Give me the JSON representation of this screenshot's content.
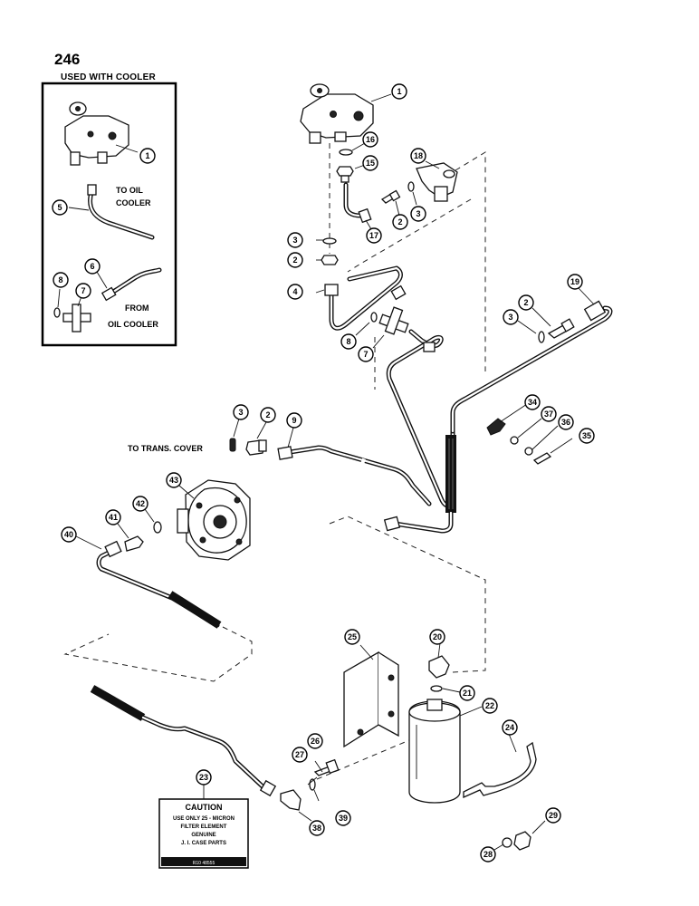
{
  "page_number": "246",
  "inset": {
    "title": "USED WITH COOLER",
    "label_to_oil": "TO OIL",
    "label_cooler": "COOLER",
    "label_from": "FROM",
    "label_oil_cooler": "OIL COOLER"
  },
  "labels": {
    "to_trans_cover": "TO TRANS. COVER"
  },
  "caution_decal": {
    "heading": "CAUTION",
    "line1": "USE ONLY 25 - MICRON",
    "line2": "FILTER ELEMENT",
    "line3": "GENUINE",
    "line4": "J. I. CASE PARTS",
    "footer": "R10 48555"
  },
  "callouts": [
    {
      "id": "c1a",
      "number": "1"
    },
    {
      "id": "c5",
      "number": "5"
    },
    {
      "id": "c6",
      "number": "6"
    },
    {
      "id": "c8a",
      "number": "8"
    },
    {
      "id": "c7a",
      "number": "7"
    },
    {
      "id": "c1",
      "number": "1"
    },
    {
      "id": "c16",
      "number": "16"
    },
    {
      "id": "c15",
      "number": "15"
    },
    {
      "id": "c18",
      "number": "18"
    },
    {
      "id": "c2a",
      "number": "2"
    },
    {
      "id": "c3a",
      "number": "3"
    },
    {
      "id": "c17",
      "number": "17"
    },
    {
      "id": "c3b",
      "number": "3"
    },
    {
      "id": "c2b",
      "number": "2"
    },
    {
      "id": "c4",
      "number": "4"
    },
    {
      "id": "c8",
      "number": "8"
    },
    {
      "id": "c7",
      "number": "7"
    },
    {
      "id": "c19",
      "number": "19"
    },
    {
      "id": "c3c",
      "number": "3"
    },
    {
      "id": "c2c",
      "number": "2"
    },
    {
      "id": "c34",
      "number": "34"
    },
    {
      "id": "c37",
      "number": "37"
    },
    {
      "id": "c36",
      "number": "36"
    },
    {
      "id": "c35",
      "number": "35"
    },
    {
      "id": "c3d",
      "number": "3"
    },
    {
      "id": "c2d",
      "number": "2"
    },
    {
      "id": "c9",
      "number": "9"
    },
    {
      "id": "c43",
      "number": "43"
    },
    {
      "id": "c42",
      "number": "42"
    },
    {
      "id": "c41",
      "number": "41"
    },
    {
      "id": "c40",
      "number": "40"
    },
    {
      "id": "c25",
      "number": "25"
    },
    {
      "id": "c20",
      "number": "20"
    },
    {
      "id": "c21",
      "number": "21"
    },
    {
      "id": "c22",
      "number": "22"
    },
    {
      "id": "c24",
      "number": "24"
    },
    {
      "id": "c26",
      "number": "26"
    },
    {
      "id": "c27",
      "number": "27"
    },
    {
      "id": "c23",
      "number": "23"
    },
    {
      "id": "c38",
      "number": "38"
    },
    {
      "id": "c39",
      "number": "39"
    },
    {
      "id": "c28",
      "number": "28"
    },
    {
      "id": "c29",
      "number": "29"
    }
  ]
}
